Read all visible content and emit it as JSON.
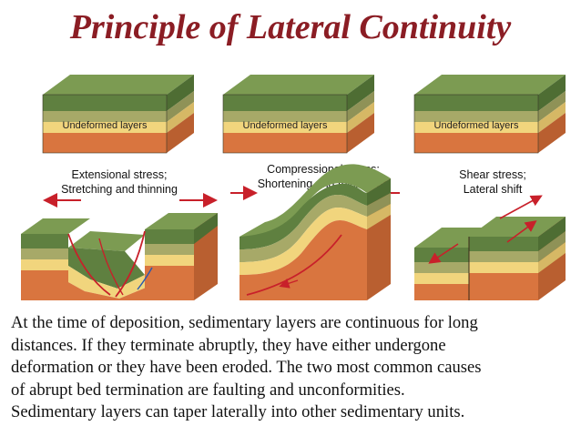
{
  "title": "Principle of Lateral Continuity",
  "diagram": {
    "blocks": [
      {
        "label": "Undeformed layers"
      },
      {
        "label": "Undeformed layers"
      },
      {
        "label": "Undeformed layers"
      }
    ],
    "stresses": [
      {
        "line1": "Extensional stress;",
        "line2": "Stretching and thinning"
      },
      {
        "line1": "Compressional stress;",
        "line2": "Shortening and thickening"
      },
      {
        "line1": "Shear stress;",
        "line2": "Lateral shift"
      }
    ],
    "colors": {
      "top_green": "#6a8a44",
      "green_side": "#5a7a3c",
      "olive": "#a7a968",
      "yellow": "#f1d57d",
      "orange": "#d9753f",
      "fault_red": "#c8202a",
      "title_red": "#8b1d24"
    }
  },
  "body": {
    "lines": [
      "At the time of deposition, sedimentary layers are continuous for long",
      "distances.  If they terminate abruptly, they have either undergone",
      "deformation or they have been eroded.  The two most common causes",
      "of abrupt bed termination are faulting and unconformities.",
      "Sedimentary layers can taper laterally into other sedimentary units."
    ]
  }
}
